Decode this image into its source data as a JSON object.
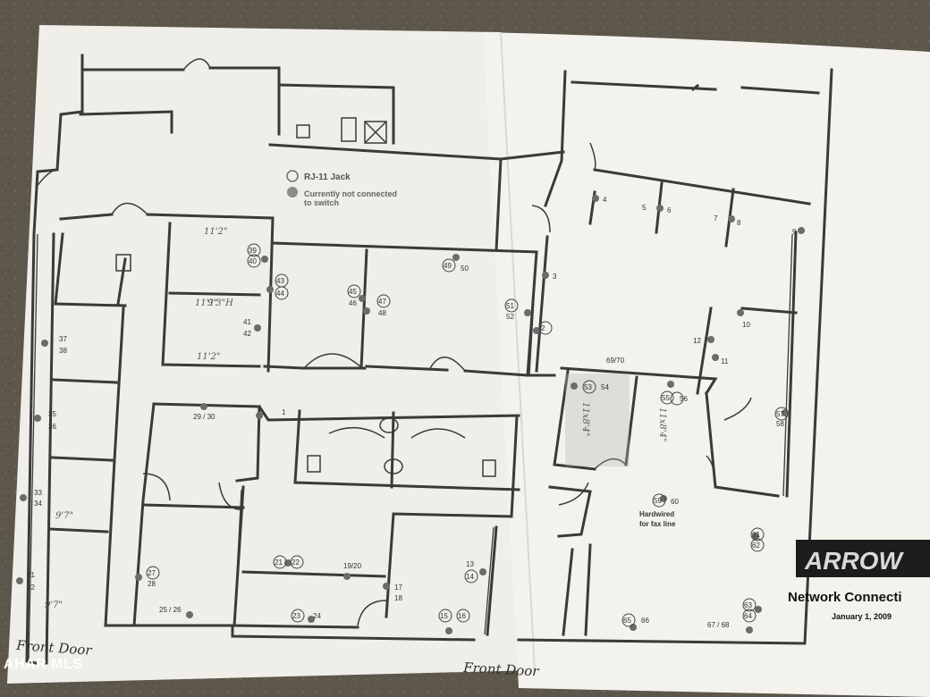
{
  "legend": {
    "rj11_label": "RJ-11 Jack",
    "not_connected_line1": "Currently not connected",
    "not_connected_line2": "to switch"
  },
  "title_block": {
    "logo_text": "ARROW",
    "title": "Network Connecti",
    "date": "January 1, 2009"
  },
  "handwritten": {
    "front_door_left": "Front Door",
    "front_door_bottom": "Front Door"
  },
  "notes": {
    "fax_line1": "Hardwired",
    "fax_line2": "for fax line",
    "dim_11_2": "11'2\"",
    "dim_11_1": "11'1\"",
    "dim_9_3": "9'3\"H",
    "dim_11_2b": "11'2\"",
    "dim_9_7": "9'7\"",
    "dim_9_7b": "9'7\"",
    "dim_11x8a": "11x8'4\"",
    "dim_11x8b": "11x8'4\"",
    "ref_69_70": "69/70"
  },
  "jacks": [
    {
      "label": "1"
    },
    {
      "label": "2"
    },
    {
      "label": "3"
    },
    {
      "label": "4"
    },
    {
      "label": "5"
    },
    {
      "label": "6"
    },
    {
      "label": "7"
    },
    {
      "label": "8"
    },
    {
      "label": "9"
    },
    {
      "label": "10"
    },
    {
      "label": "11"
    },
    {
      "label": "12"
    },
    {
      "label": "13"
    },
    {
      "label": "14"
    },
    {
      "label": "15"
    },
    {
      "label": "16"
    },
    {
      "label": "17"
    },
    {
      "label": "18"
    },
    {
      "label": "19/20"
    },
    {
      "label": "21"
    },
    {
      "label": "22"
    },
    {
      "label": "23"
    },
    {
      "label": "24"
    },
    {
      "label": "25 / 26"
    },
    {
      "label": "27"
    },
    {
      "label": "28"
    },
    {
      "label": "29 / 30"
    },
    {
      "label": "31"
    },
    {
      "label": "32"
    },
    {
      "label": "33"
    },
    {
      "label": "34"
    },
    {
      "label": "35"
    },
    {
      "label": "36"
    },
    {
      "label": "37"
    },
    {
      "label": "38"
    },
    {
      "label": "39"
    },
    {
      "label": "40"
    },
    {
      "label": "41"
    },
    {
      "label": "42"
    },
    {
      "label": "43"
    },
    {
      "label": "44"
    },
    {
      "label": "45"
    },
    {
      "label": "46"
    },
    {
      "label": "47"
    },
    {
      "label": "48"
    },
    {
      "label": "49"
    },
    {
      "label": "50"
    },
    {
      "label": "51"
    },
    {
      "label": "52"
    },
    {
      "label": "53"
    },
    {
      "label": "54"
    },
    {
      "label": "55"
    },
    {
      "label": "56"
    },
    {
      "label": "57"
    },
    {
      "label": "58"
    },
    {
      "label": "59"
    },
    {
      "label": "60"
    },
    {
      "label": "61"
    },
    {
      "label": "62"
    },
    {
      "label": "63"
    },
    {
      "label": "64"
    },
    {
      "label": "65"
    },
    {
      "label": "66"
    },
    {
      "label": "67 / 68"
    }
  ],
  "watermark": "AHAR MLS",
  "colors": {
    "paper": "#f1f0ea",
    "ink": "#3a3a3a",
    "countertop": "#5a5348",
    "dot": "#6f6f6f"
  }
}
